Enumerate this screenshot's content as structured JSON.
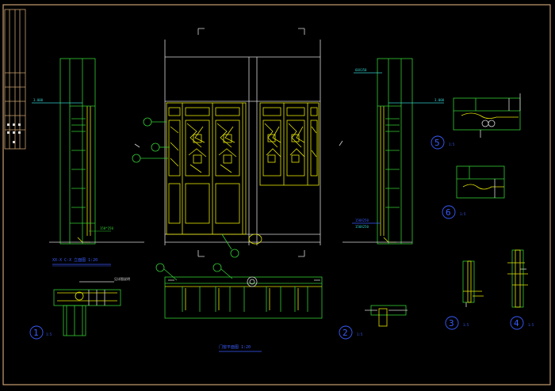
{
  "colors": {
    "background": "#000000",
    "border": "#c8a070",
    "yellow": "#e6e600",
    "green": "#33cc33",
    "white": "#d8d8d8",
    "blue": "#3a5cff",
    "cyan": "#33cccc"
  },
  "labels": {
    "elevation_title": "XX-X C-X 立面图 1:20",
    "plan_title": "门窗平面图 1:20",
    "left_dim": "3.000",
    "right_dim": "3.000",
    "right_size_top": "60X350",
    "left_size_bottom": "150*250",
    "right_size_bottom_1": "150X250",
    "right_size_bottom_2": "150X250",
    "detail1_note": "见详图说明",
    "scale_label": "1:5"
  },
  "detail_markers": [
    {
      "num": "1",
      "scale": "1:5"
    },
    {
      "num": "2",
      "scale": "1:5"
    },
    {
      "num": "3",
      "scale": "1:5"
    },
    {
      "num": "4",
      "scale": "1:5"
    },
    {
      "num": "5",
      "scale": "1:5"
    },
    {
      "num": "6",
      "scale": "1:5"
    }
  ]
}
